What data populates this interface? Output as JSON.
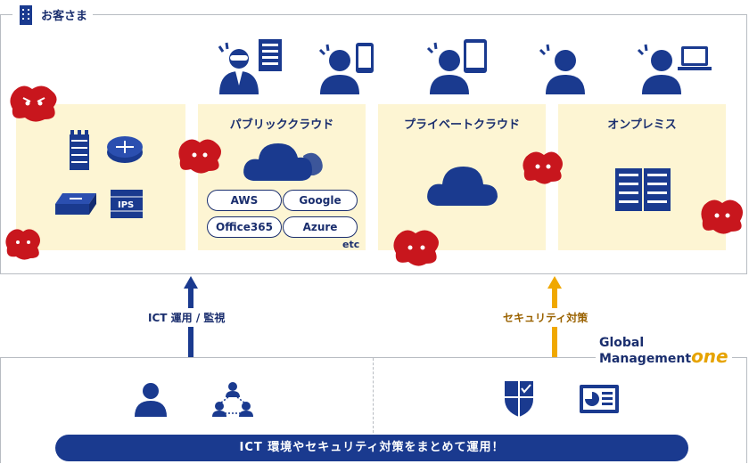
{
  "customer_label": "お客さま",
  "panels": {
    "public": {
      "title": "パブリッククラウド",
      "services": [
        "AWS",
        "Google",
        "Office365",
        "Azure"
      ],
      "etc": "etc"
    },
    "private": {
      "title": "プライベートクラウド"
    },
    "onpremise": {
      "title": "オンプレミス"
    },
    "left": {
      "ips_label": "IPS"
    }
  },
  "arrows": {
    "ops": {
      "label": "ICT 運用 / 監視",
      "color": "#1a3a8f"
    },
    "security": {
      "label": "セキュリティ対策",
      "color": "#f0a800"
    }
  },
  "brand": {
    "line1": "Global",
    "line2": "Management",
    "one": "one"
  },
  "banner": "ICT 環境やセキュリティ対策をまとめて運用！",
  "colors": {
    "navy": "#1a3a8f",
    "panel": "#fdf5d3",
    "virus": "#c8161d",
    "orange": "#f0a800"
  }
}
